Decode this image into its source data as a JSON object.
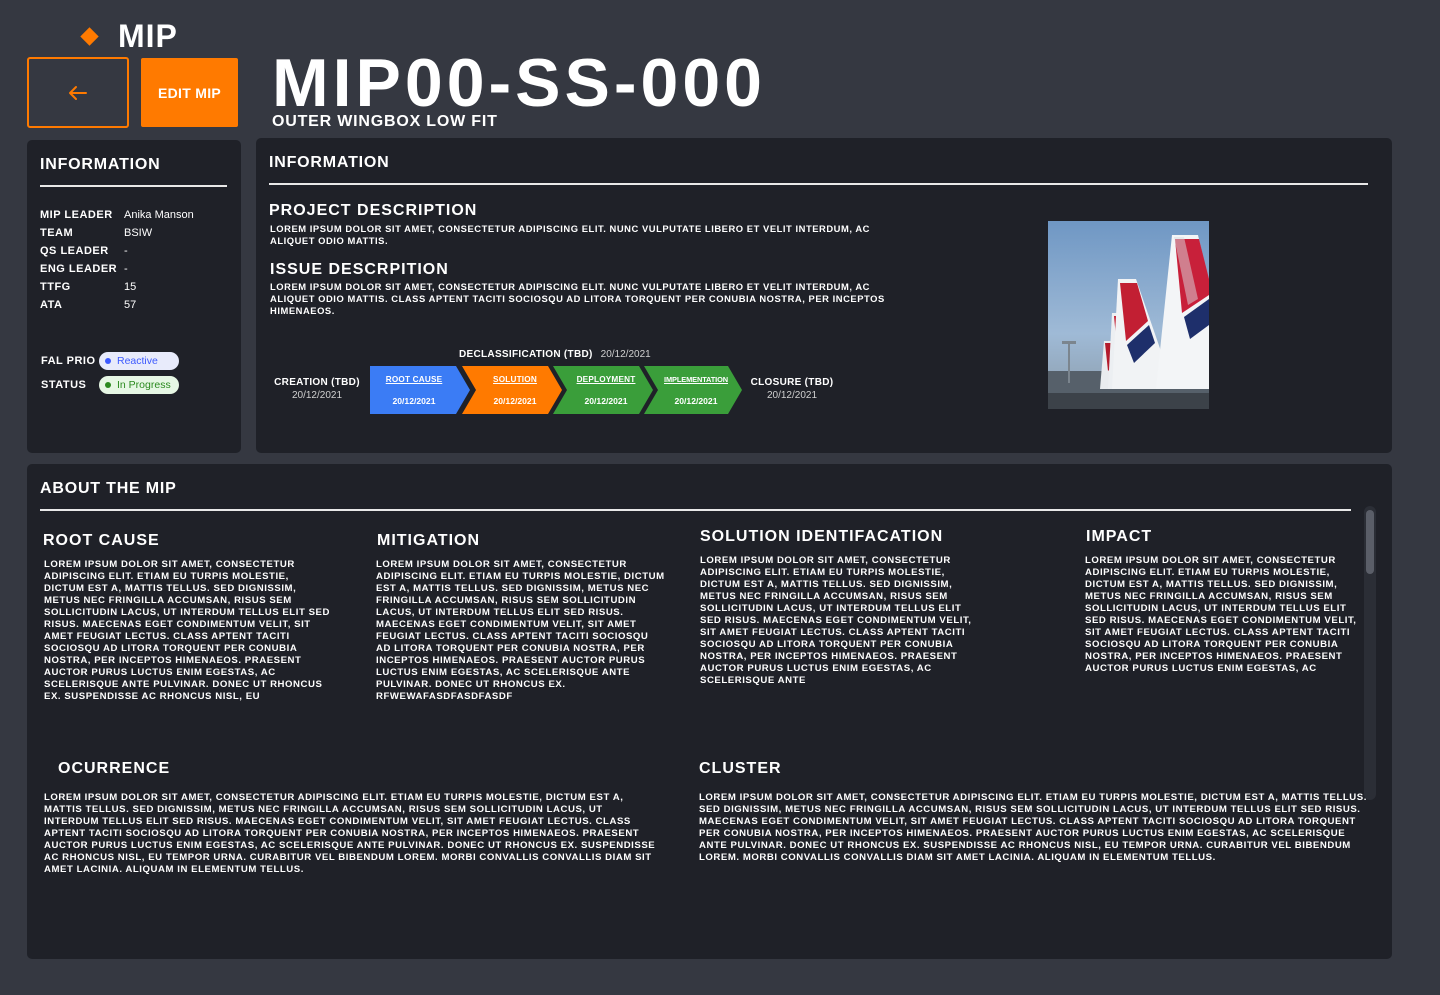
{
  "brand": {
    "name": "MIP",
    "accent": "#ff7a00"
  },
  "header": {
    "back_icon": "arrow-left-icon",
    "edit_label": "EDIT MIP",
    "mip_id": "MIP00-SS-000",
    "mip_subtitle": "OUTER WINGBOX LOW FIT"
  },
  "left_panel": {
    "title": "INFORMATION",
    "fields": [
      {
        "key": "MIP LEADER",
        "value": "Anika Manson"
      },
      {
        "key": "TEAM",
        "value": "BSIW"
      },
      {
        "key": "QS LEADER",
        "value": "-"
      },
      {
        "key": "ENG LEADER",
        "value": "-"
      },
      {
        "key": "TTFG",
        "value": "15"
      },
      {
        "key": "ATA",
        "value": "57"
      }
    ],
    "fal_prio_label": "FAL PRIO",
    "fal_prio_value": "Reactive",
    "status_label": "STATUS",
    "status_value": "In Progress"
  },
  "info_panel": {
    "title": "INFORMATION",
    "project_description_title": "PROJECT DESCRIPTION",
    "project_description": "LOREM IPSUM DOLOR SIT AMET, CONSECTETUR ADIPISCING ELIT. NUNC VULPUTATE LIBERO ET VELIT INTERDUM, AC ALIQUET ODIO MATTIS.",
    "issue_description_title": "ISSUE DESCRPITION",
    "issue_description": "LOREM IPSUM DOLOR SIT AMET, CONSECTETUR ADIPISCING ELIT. NUNC VULPUTATE LIBERO ET VELIT INTERDUM, AC ALIQUET ODIO MATTIS. CLASS APTENT TACITI SOCIOSQU AD LITORA TORQUENT PER CONUBIA NOSTRA, PER INCEPTOS HIMENAEOS.",
    "timeline": {
      "creation_label": "CREATION (TBD)",
      "creation_date": "20/12/2021",
      "declassification_label": "DECLASSIFICATION (TBD)",
      "declassification_date": "20/12/2021",
      "closure_label": "CLOSURE (TBD)",
      "closure_date": "20/12/2021",
      "stages": [
        {
          "label": "ROOT CAUSE",
          "date": "20/12/2021",
          "color": "#3b7cf5"
        },
        {
          "label": "SOLUTION",
          "date": "20/12/2021",
          "color": "#ff7a00"
        },
        {
          "label": "DEPLOYMENT",
          "date": "20/12/2021",
          "color": "#3a9e3a"
        },
        {
          "label": "IMPLEMENTATION",
          "date": "20/12/2021",
          "color": "#3a9e3a"
        }
      ]
    }
  },
  "about": {
    "title": "ABOUT THE MIP",
    "root_cause_title": "ROOT CAUSE",
    "root_cause": "LOREM IPSUM DOLOR SIT AMET, CONSECTETUR ADIPISCING ELIT. ETIAM EU TURPIS MOLESTIE, DICTUM EST A, MATTIS TELLUS. SED DIGNISSIM, METUS NEC FRINGILLA ACCUMSAN, RISUS SEM SOLLICITUDIN LACUS, UT INTERDUM TELLUS ELIT SED RISUS. MAECENAS EGET CONDIMENTUM VELIT, SIT AMET FEUGIAT LECTUS. CLASS APTENT TACITI SOCIOSQU AD LITORA TORQUENT PER CONUBIA NOSTRA, PER INCEPTOS HIMENAEOS. PRAESENT AUCTOR PURUS LUCTUS ENIM EGESTAS, AC SCELERISQUE ANTE PULVINAR. DONEC UT RHONCUS EX. SUSPENDISSE AC RHONCUS NISL, EU",
    "mitigation_title": "MITIGATION",
    "mitigation": "LOREM IPSUM DOLOR SIT AMET, CONSECTETUR ADIPISCING ELIT. ETIAM EU TURPIS MOLESTIE, DICTUM EST A, MATTIS TELLUS. SED DIGNISSIM, METUS NEC FRINGILLA ACCUMSAN, RISUS SEM SOLLICITUDIN LACUS, UT INTERDUM TELLUS ELIT SED RISUS. MAECENAS EGET CONDIMENTUM VELIT, SIT AMET FEUGIAT LECTUS. CLASS APTENT TACITI SOCIOSQU AD LITORA TORQUENT PER CONUBIA NOSTRA, PER INCEPTOS HIMENAEOS. PRAESENT AUCTOR PURUS LUCTUS ENIM EGESTAS, AC SCELERISQUE ANTE PULVINAR. DONEC UT RHONCUS EX. RFWEWAFASDFASDFASDF",
    "solution_title": "SOLUTION IDENTIFACATION",
    "solution": "LOREM IPSUM DOLOR SIT AMET, CONSECTETUR ADIPISCING ELIT. ETIAM EU TURPIS MOLESTIE, DICTUM EST A, MATTIS TELLUS. SED DIGNISSIM, METUS NEC FRINGILLA ACCUMSAN, RISUS SEM SOLLICITUDIN LACUS, UT INTERDUM TELLUS ELIT SED RISUS. MAECENAS EGET CONDIMENTUM VELIT, SIT AMET FEUGIAT LECTUS. CLASS APTENT TACITI SOCIOSQU AD LITORA TORQUENT PER CONUBIA NOSTRA, PER INCEPTOS HIMENAEOS. PRAESENT AUCTOR PURUS LUCTUS ENIM EGESTAS, AC SCELERISQUE ANTE",
    "impact_title": "IMPACT",
    "impact": "LOREM IPSUM DOLOR SIT AMET, CONSECTETUR ADIPISCING ELIT. ETIAM EU TURPIS MOLESTIE, DICTUM EST A, MATTIS TELLUS. SED DIGNISSIM, METUS NEC FRINGILLA ACCUMSAN, RISUS SEM SOLLICITUDIN LACUS, UT INTERDUM TELLUS ELIT SED RISUS. MAECENAS EGET CONDIMENTUM VELIT, SIT AMET FEUGIAT LECTUS. CLASS APTENT TACITI SOCIOSQU AD LITORA TORQUENT PER CONUBIA NOSTRA, PER INCEPTOS HIMENAEOS. PRAESENT AUCTOR PURUS LUCTUS ENIM EGESTAS, AC",
    "ocurrence_title": "OCURRENCE",
    "ocurrence": "LOREM IPSUM DOLOR SIT AMET, CONSECTETUR ADIPISCING ELIT. ETIAM EU TURPIS MOLESTIE, DICTUM EST A, MATTIS TELLUS. SED DIGNISSIM, METUS NEC FRINGILLA ACCUMSAN, RISUS SEM SOLLICITUDIN LACUS, UT INTERDUM TELLUS ELIT SED RISUS. MAECENAS EGET CONDIMENTUM VELIT, SIT AMET FEUGIAT LECTUS. CLASS APTENT TACITI SOCIOSQU AD LITORA TORQUENT PER CONUBIA NOSTRA, PER INCEPTOS HIMENAEOS. PRAESENT AUCTOR PURUS LUCTUS ENIM EGESTAS, AC SCELERISQUE ANTE PULVINAR. DONEC UT RHONCUS EX. SUSPENDISSE AC RHONCUS NISL, EU TEMPOR URNA. CURABITUR VEL BIBENDUM LOREM. MORBI CONVALLIS CONVALLIS DIAM SIT AMET LACINIA. ALIQUAM IN ELEMENTUM TELLUS.",
    "cluster_title": "CLUSTER",
    "cluster": "LOREM IPSUM DOLOR SIT AMET, CONSECTETUR ADIPISCING ELIT. ETIAM EU TURPIS MOLESTIE, DICTUM EST A, MATTIS TELLUS. SED DIGNISSIM, METUS NEC FRINGILLA ACCUMSAN, RISUS SEM SOLLICITUDIN LACUS, UT INTERDUM TELLUS ELIT SED RISUS. MAECENAS EGET CONDIMENTUM VELIT, SIT AMET FEUGIAT LECTUS. CLASS APTENT TACITI SOCIOSQU AD LITORA TORQUENT PER CONUBIA NOSTRA, PER INCEPTOS HIMENAEOS. PRAESENT AUCTOR PURUS LUCTUS ENIM EGESTAS, AC SCELERISQUE ANTE PULVINAR. DONEC UT RHONCUS EX. SUSPENDISSE AC RHONCUS NISL, EU TEMPOR URNA. CURABITUR VEL BIBENDUM LOREM. MORBI CONVALLIS CONVALLIS DIAM SIT AMET LACINIA. ALIQUAM IN ELEMENTUM TELLUS."
  }
}
